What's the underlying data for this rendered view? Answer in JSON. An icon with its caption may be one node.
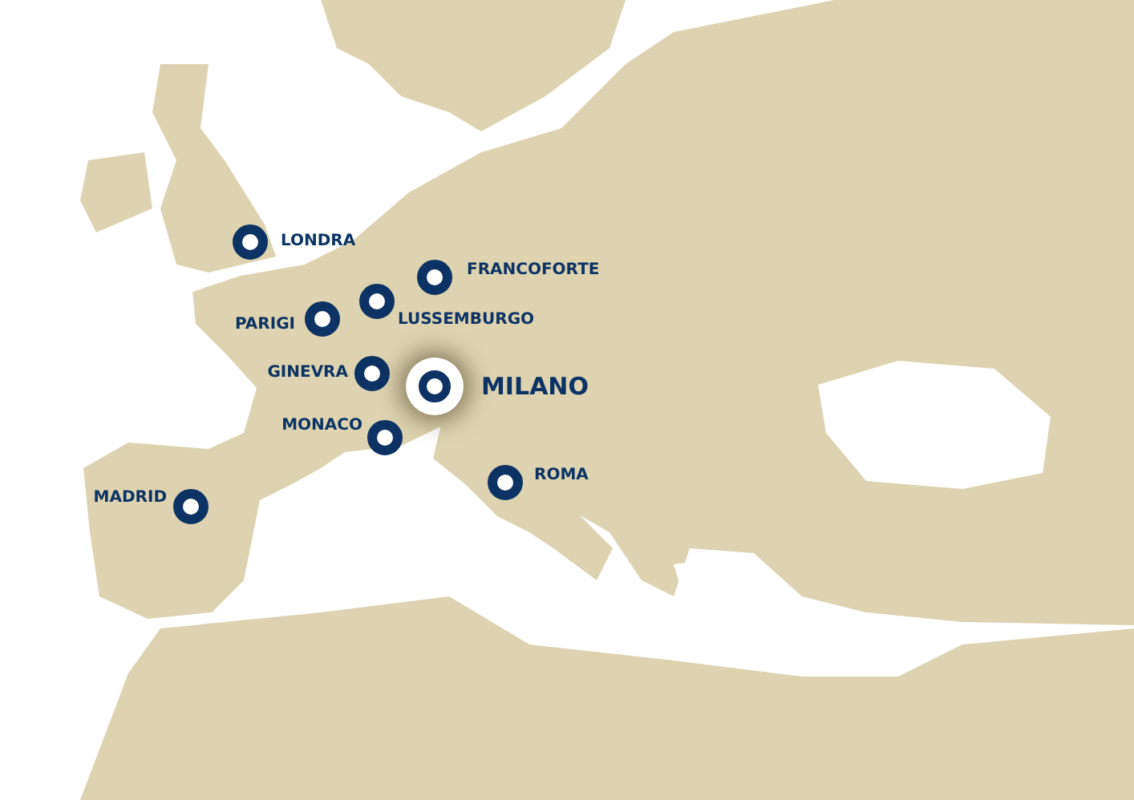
{
  "diagram": {
    "nodes": [
      {
        "text": [],
        "shape": "circle",
        "beside": [
          "LONDRA"
        ]
      },
      {
        "text": [],
        "shape": "circle",
        "beside": [
          "FRANCOFORTE"
        ]
      },
      {
        "text": [],
        "shape": "circle",
        "beside": [
          "LUSSEMBURGO"
        ]
      },
      {
        "text": [],
        "shape": "circle",
        "beside": [
          "PARIGI"
        ]
      },
      {
        "text": [],
        "shape": "circle",
        "beside": [
          "GINEVRA"
        ]
      },
      {
        "text": [],
        "shape": "circle",
        "beside": [
          "MILANO"
        ]
      },
      {
        "text": [],
        "shape": "circle",
        "beside": [
          "MONACO"
        ]
      },
      {
        "text": [],
        "shape": "circle",
        "beside": [
          "ROMA"
        ]
      },
      {
        "text": [],
        "shape": "circle",
        "beside": [
          "MADRID"
        ]
      }
    ]
  }
}
